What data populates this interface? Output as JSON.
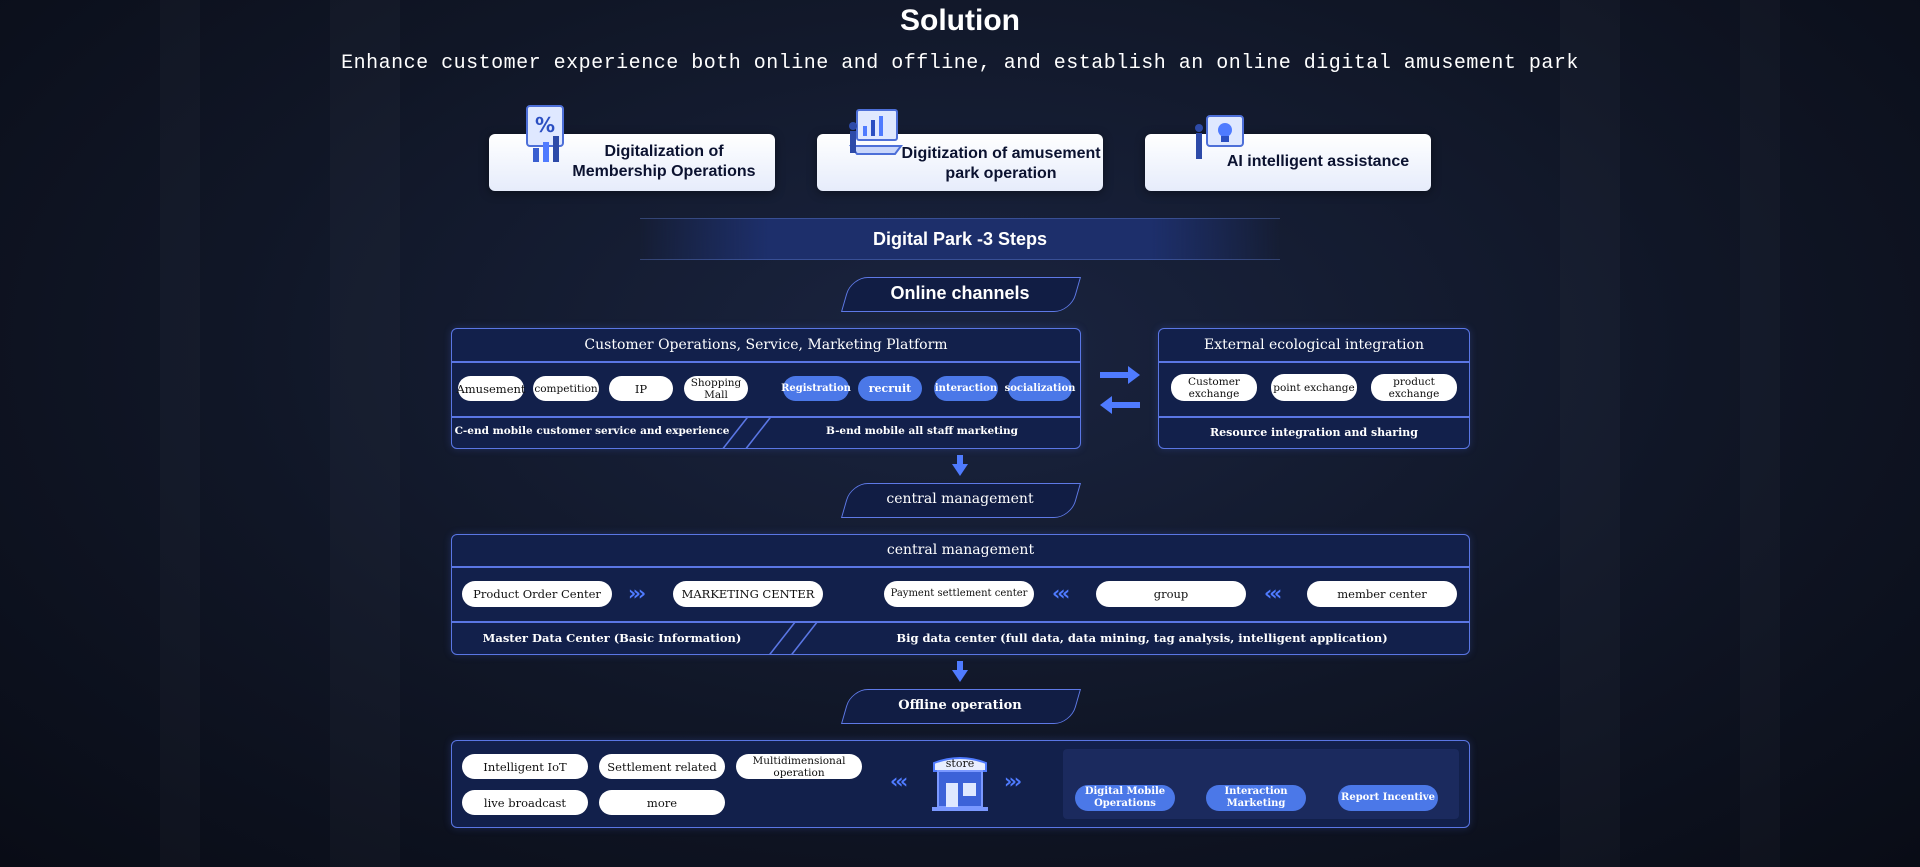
{
  "title": "Solution",
  "subtitle": "Enhance customer experience both online and offline, and establish an online digital amusement park",
  "top_cards": [
    {
      "label_line1": "Digitalization of",
      "label_line2": "Membership Operations",
      "icon": "percent-chart-illustration"
    },
    {
      "label_line1": "Digitization of amusement",
      "label_line2": "park operation",
      "icon": "laptop-dashboard-illustration"
    },
    {
      "label_line1": "AI intelligent assistance",
      "label_line2": "",
      "icon": "ai-assistant-illustration"
    }
  ],
  "steps_title": "Digital Park -3 Steps",
  "online": {
    "tab": "Online channels",
    "platform_title": "Customer Operations, Service, Marketing Platform",
    "left_pills": [
      "Amusement",
      "competition",
      "IP",
      "Shopping Mall"
    ],
    "right_pills": [
      "Registration",
      "recruit",
      "interaction",
      "socialization"
    ],
    "footer_left": "C-end mobile customer service and experience",
    "footer_right": "B-end mobile all staff marketing",
    "external_title": "External ecological integration",
    "external_pills": [
      "Customer exchange",
      "point exchange",
      "product exchange"
    ],
    "external_footer": "Resource integration and sharing"
  },
  "central": {
    "tab": "central management",
    "panel_title": "central management",
    "pills": [
      "Product Order Center",
      "MARKETING CENTER",
      "Payment settlement center",
      "group",
      "member center"
    ],
    "footer_left": "Master Data Center (Basic Information)",
    "footer_right": "Big data center (full data, data mining, tag analysis, intelligent application)"
  },
  "offline": {
    "tab": "Offline operation",
    "pills": [
      "Intelligent IoT",
      "Settlement related",
      "Multidimensional operation",
      "live broadcast",
      "more"
    ],
    "store_label": "store",
    "right_pills": [
      "Digital Mobile Operations",
      "Interaction Marketing",
      "Report Incentive"
    ]
  },
  "colors": {
    "accent": "#5a76e4",
    "panel": "#12204b",
    "pill_blue": "#4b78e8",
    "arrow": "#4f7bff"
  }
}
